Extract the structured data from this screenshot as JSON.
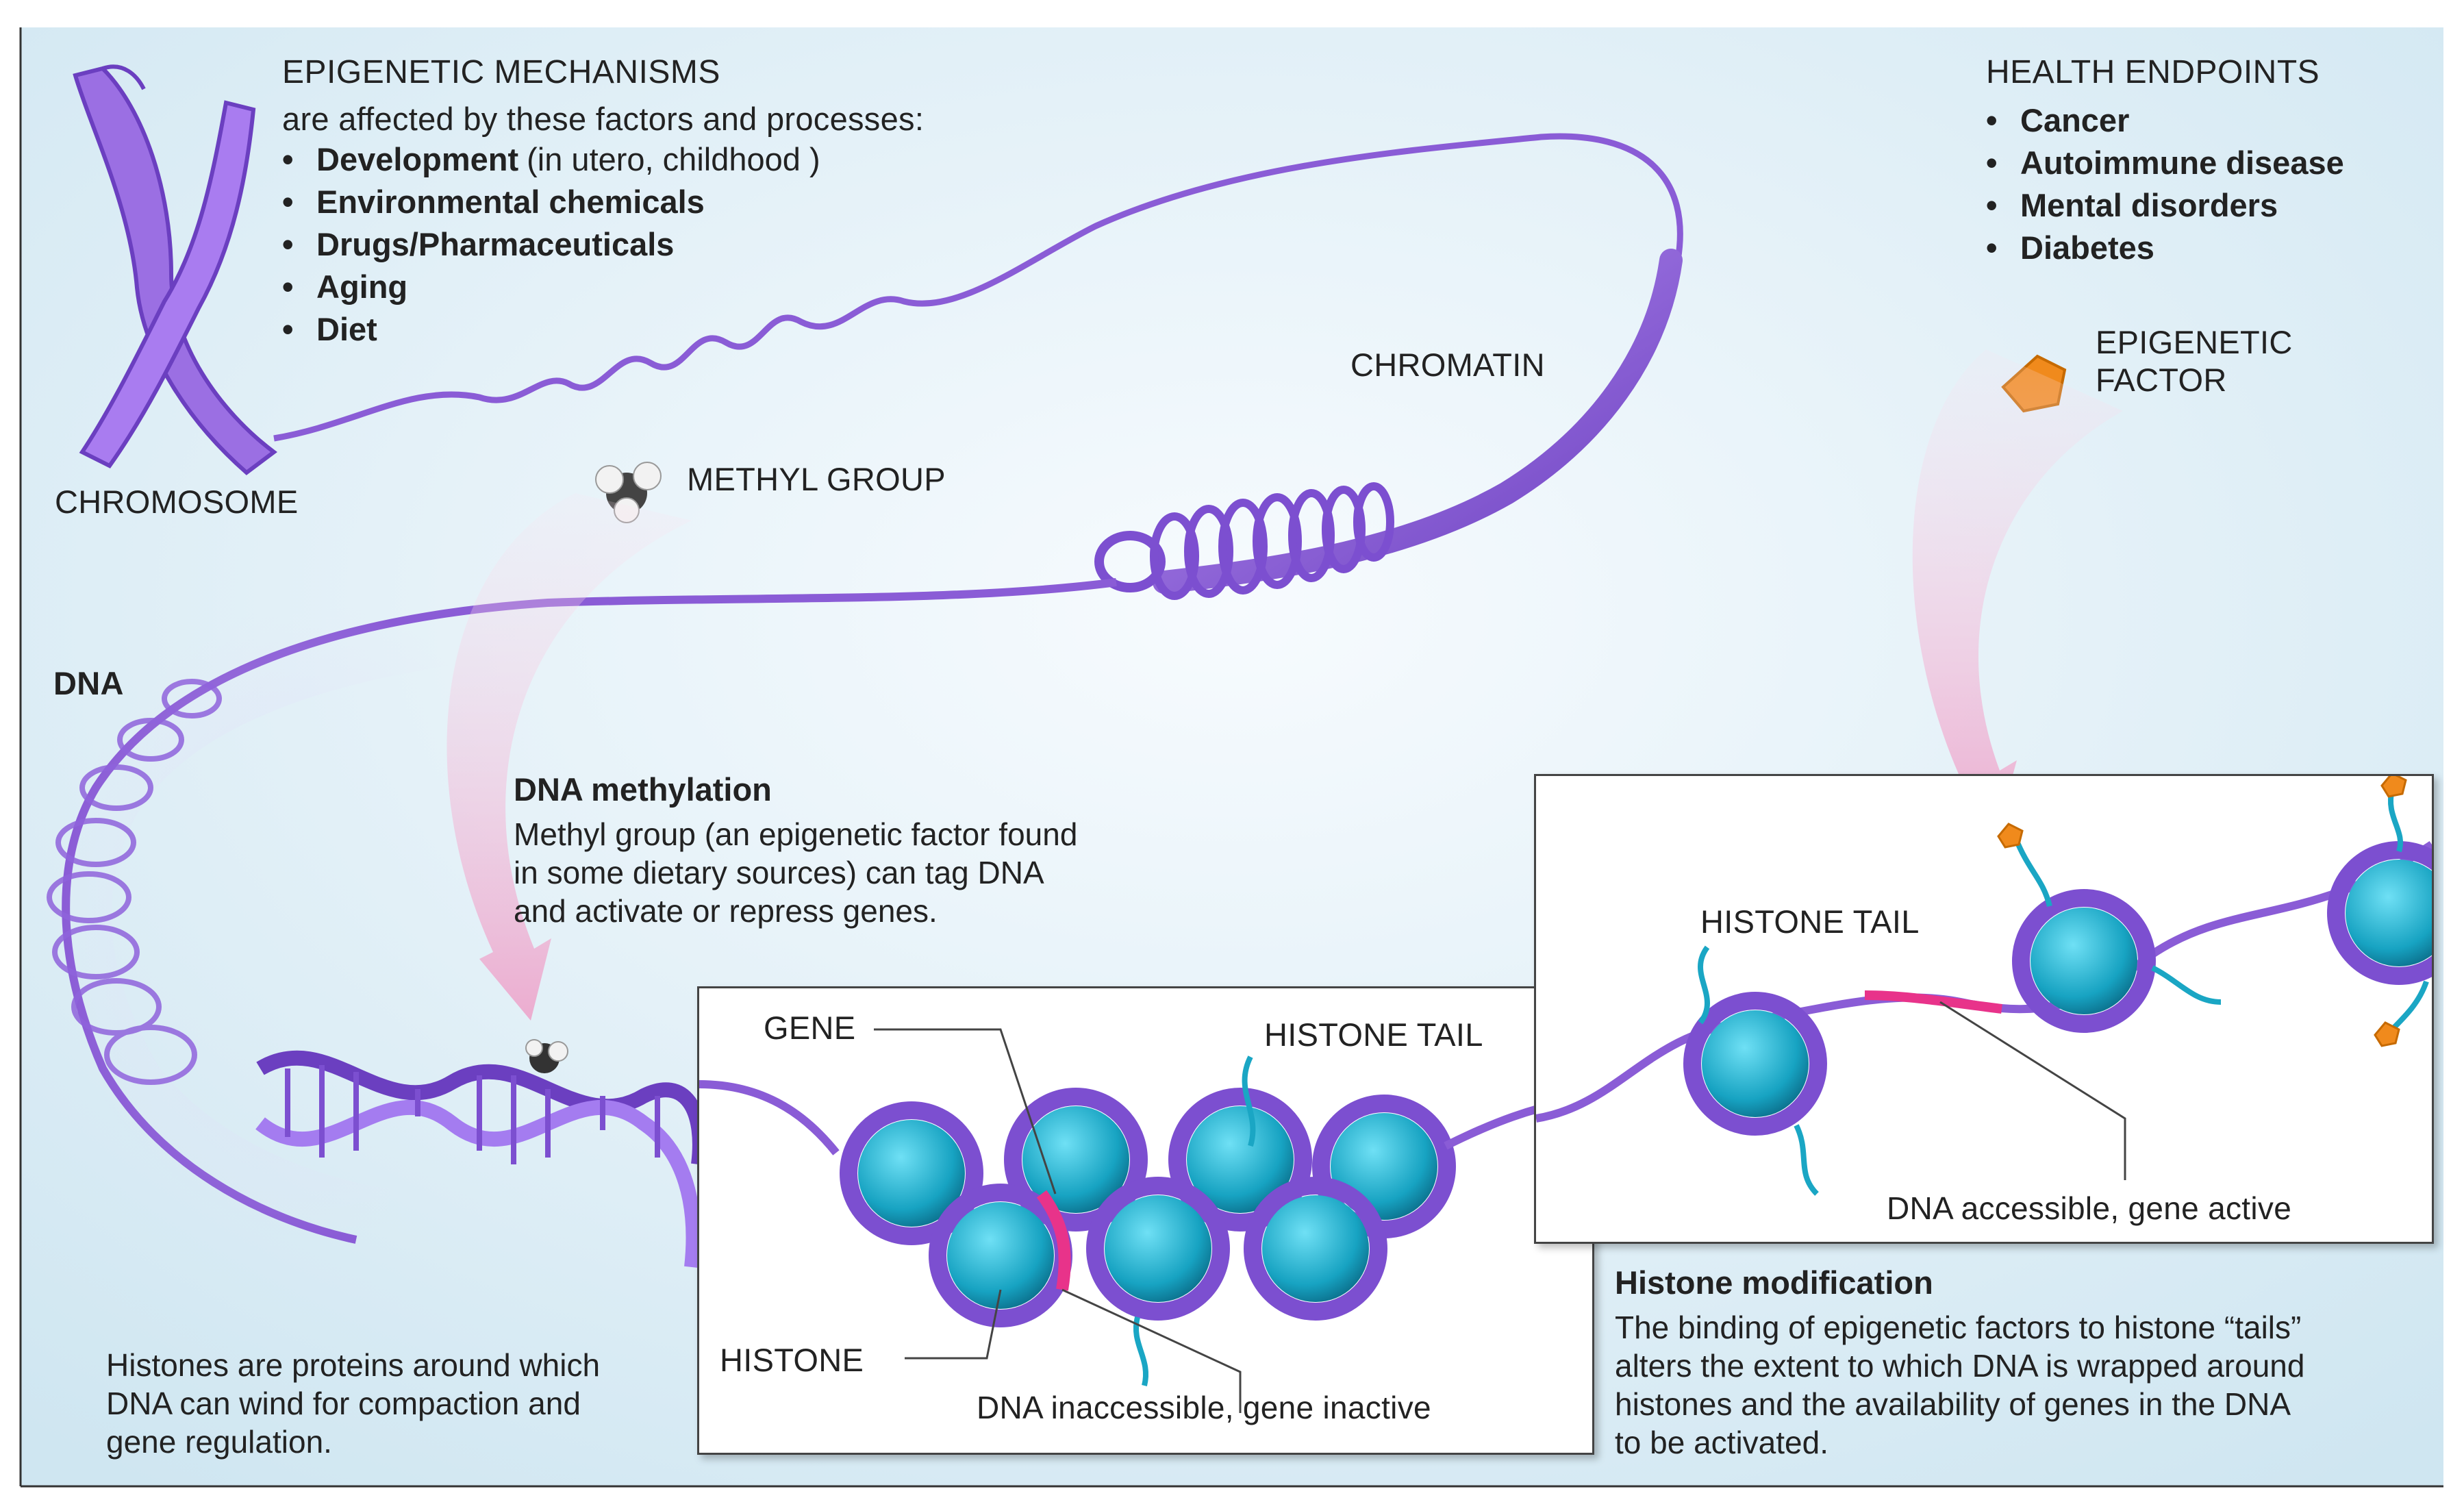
{
  "mechanisms": {
    "title": "EPIGENETIC MECHANISMS",
    "subtitle": "are affected by these factors and processes:",
    "items": [
      {
        "label": "Development",
        "note": "(in utero, childhood )"
      },
      {
        "label": "Environmental chemicals",
        "note": ""
      },
      {
        "label": "Drugs/Pharmaceuticals",
        "note": ""
      },
      {
        "label": "Aging",
        "note": ""
      },
      {
        "label": "Diet",
        "note": ""
      }
    ]
  },
  "health": {
    "title": "HEALTH ENDPOINTS",
    "items": [
      "Cancer",
      "Autoimmune disease",
      "Mental disorders",
      "Diabetes"
    ]
  },
  "labels": {
    "chromosome": "CHROMOSOME",
    "chromatin": "CHROMATIN",
    "methyl_group": "METHYL GROUP",
    "epigenetic_factor_1": "EPIGENETIC",
    "epigenetic_factor_2": "FACTOR",
    "dna": "DNA",
    "gene": "GENE",
    "histone_tail_left": "HISTONE TAIL",
    "histone_tail_right": "HISTONE TAIL",
    "histone": "HISTONE",
    "dna_inaccessible": "DNA inaccessible, gene inactive",
    "dna_accessible": "DNA accessible, gene active"
  },
  "methylation": {
    "title": "DNA methylation",
    "lines": [
      "Methyl group (an epigenetic factor found",
      "in some dietary sources) can tag DNA",
      "and activate or repress genes."
    ]
  },
  "histones_note": {
    "lines": [
      "Histones are proteins around which",
      "DNA can wind for compaction and",
      "gene regulation."
    ]
  },
  "histone_mod": {
    "title": "Histone modification",
    "lines": [
      "The binding of epigenetic factors to histone “tails”",
      "alters the extent to which DNA is wrapped around",
      "histones and the availability of genes in the DNA",
      "to be activated."
    ]
  },
  "colors": {
    "purple": "#8a5cd6",
    "purple_dark": "#5a34a8",
    "teal": "#1aa6c4",
    "pink": "#f3b6d6",
    "magenta": "#e8338a",
    "orange": "#f08a1c"
  }
}
